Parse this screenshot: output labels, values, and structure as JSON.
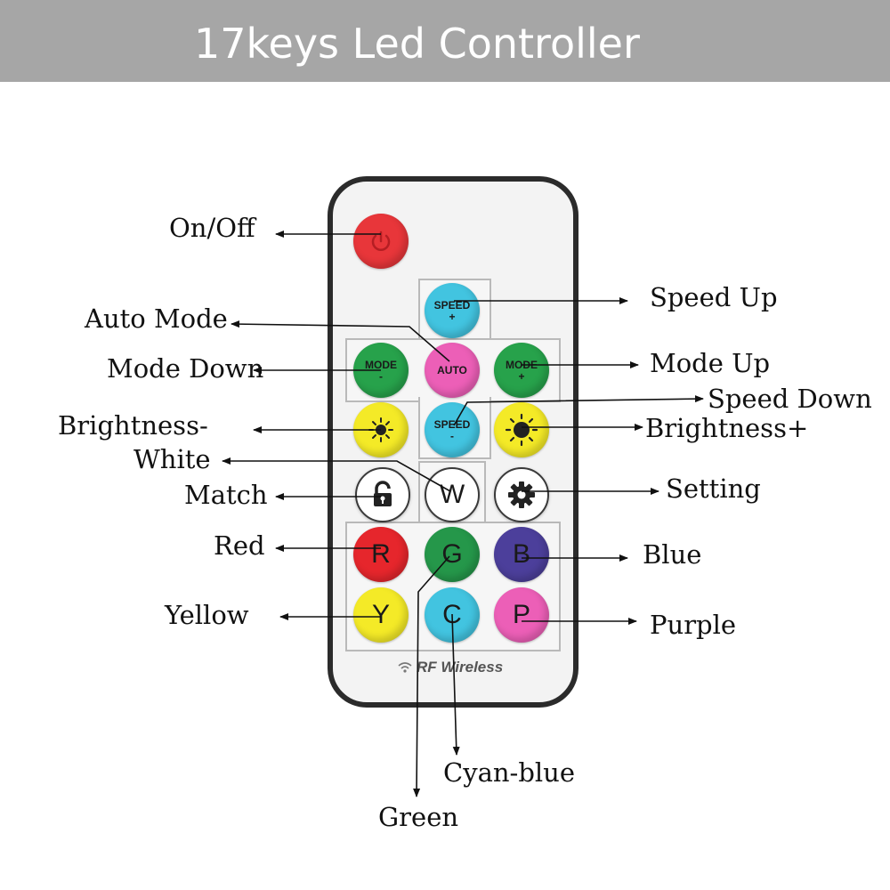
{
  "title": "17keys Led Controller",
  "remote": {
    "rf_text": "RF Wireless",
    "buttons": {
      "onoff": {
        "color": "#e8363a",
        "icon": "power-icon"
      },
      "speed_up": {
        "text": "SPEED",
        "sub": "+",
        "color": "#42c4e0"
      },
      "auto": {
        "text": "AUTO",
        "color": "#ec5fb7"
      },
      "mode_down": {
        "text": "MODE",
        "sub": "-",
        "color": "#27a24b"
      },
      "mode_up": {
        "text": "MODE",
        "sub": "+",
        "color": "#27a24b"
      },
      "speed_down": {
        "text": "SPEED",
        "sub": "-",
        "color": "#42c4e0"
      },
      "bright_minus": {
        "color": "#f4ea27",
        "icon": "sun-small-icon"
      },
      "bright_plus": {
        "color": "#f4ea27",
        "icon": "sun-large-icon"
      },
      "match": {
        "icon": "lock-icon"
      },
      "white": {
        "letter": "W"
      },
      "setting": {
        "icon": "gear-icon"
      },
      "red": {
        "letter": "R",
        "color": "#e6262c"
      },
      "green": {
        "letter": "G",
        "color": "#25974a"
      },
      "blue": {
        "letter": "B",
        "color": "#4c3f9b"
      },
      "yellow": {
        "letter": "Y",
        "color": "#f4ea27"
      },
      "cyan": {
        "letter": "C",
        "color": "#42c4e0"
      },
      "purple": {
        "letter": "P",
        "color": "#ec5fb7"
      }
    }
  },
  "labels": {
    "onoff": "On/Off",
    "speed_up": "Speed Up",
    "auto_mode": "Auto Mode",
    "mode_down": "Mode Down",
    "mode_up": "Mode Up",
    "speed_down": "Speed Down",
    "brightness_minus": "Brightness-",
    "brightness_plus": "Brightness+",
    "white": "White",
    "match": "Match",
    "setting": "Setting",
    "red": "Red",
    "blue": "Blue",
    "yellow": "Yellow",
    "purple": "Purple",
    "cyan_blue": "Cyan-blue",
    "green": "Green"
  }
}
